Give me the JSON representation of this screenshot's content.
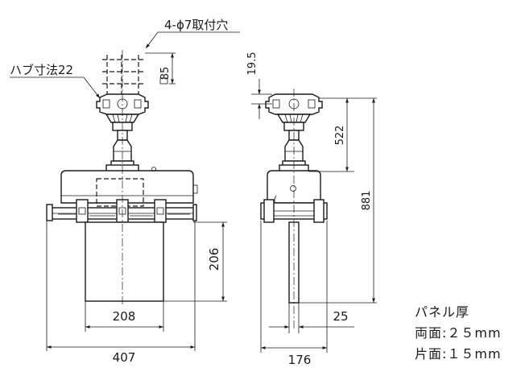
{
  "labels": {
    "mounting_holes": "4-ϕ7取付穴",
    "hub_size": "ハブ寸法22",
    "dim_85": "85",
    "dim_19_5": "19.5",
    "dim_522": "522",
    "dim_881": "881",
    "dim_206": "206",
    "dim_208": "208",
    "dim_407": "407",
    "dim_25": "25",
    "dim_176": "176"
  },
  "panel_note": {
    "title": "パネル厚",
    "both_sides": "両面:２５mm",
    "one_side": "片面:１５mm"
  }
}
